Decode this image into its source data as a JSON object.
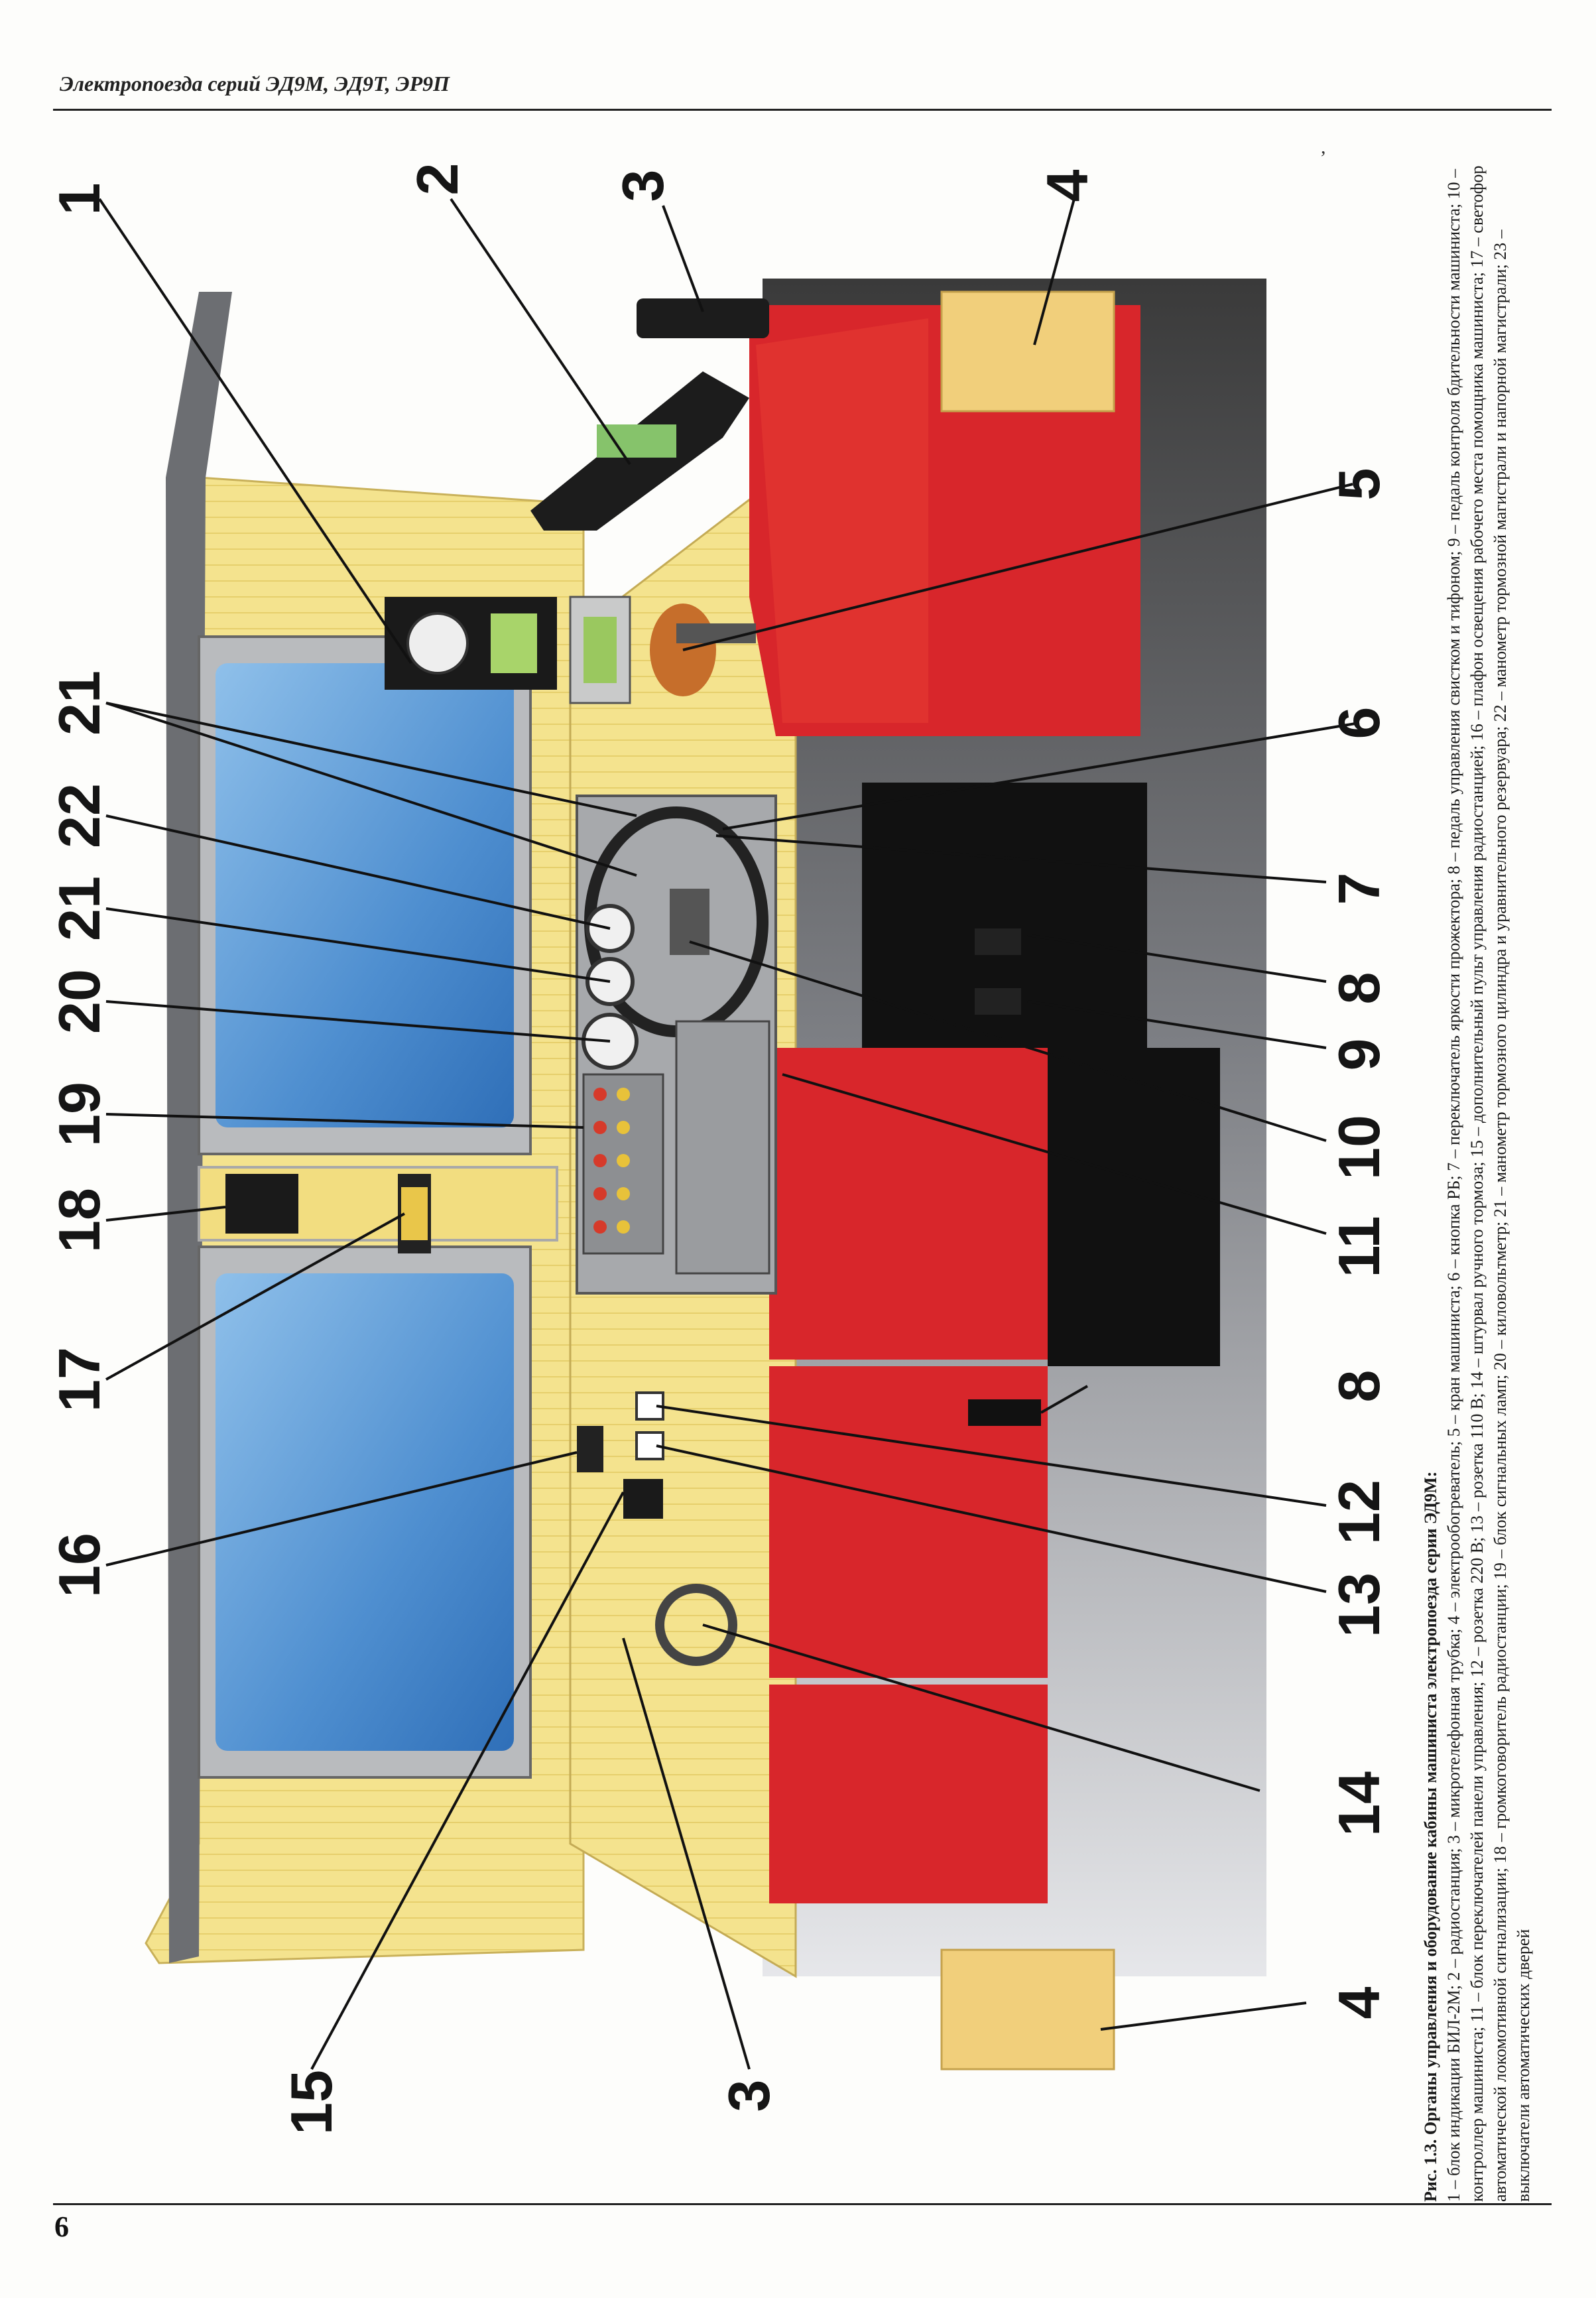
{
  "header": {
    "running_title": "Электропоезда серий ЭД9М, ЭД9Т, ЭР9П"
  },
  "page_number": "6",
  "figure": {
    "callouts": [
      "1",
      "2",
      "3",
      "4",
      "5",
      "6",
      "7",
      "8",
      "9",
      "10",
      "11",
      "8",
      "12",
      "13",
      "14",
      "4",
      "3",
      "15",
      "16",
      "17",
      "18",
      "19",
      "20",
      "21",
      "22",
      "21"
    ]
  },
  "caption": {
    "title": "Рис. 1.3. Органы управления и оборудование кабины машиниста электропоезда серии ЭД9М:",
    "body": "1 – блок индикации БИЛ-2М; 2 – радиостанция; 3 – микротелефонная трубка; 4 – электрообогреватель; 5 – кран машиниста; 6 – кнопка РБ; 7 – переключатель яркости прожектора; 8 – педаль управления свистком и тифоном; 9 – педаль контроля бдительности машиниста; 10 – контроллер машиниста; 11 – блок переключателей панели управления; 12 – розетка 220 В; 13 – розетка 110 В; 14 – штурвал ручного тормоза; 15 – дополнительный пульт управления радиостанцией; 16 – плафон освещения рабочего места помощника машиниста; 17 – светофор автоматической локомотивной сигнализации; 18 – громкоговоритель радиостанции; 19 – блок сигнальных ламп; 20 – киловольтметр; 21 – манометр тормозного цилиндра и уравнительного резервуара; 22 – манометр тормозной магистрали и напорной магистрали; 23 – выключатели автоматических дверей"
  },
  "colors": {
    "wood": "#f3e38f",
    "red": "#d8262b",
    "panel": "#a7a9ac",
    "glass": "#6fa3d8",
    "dark": "#1a1a1a"
  }
}
